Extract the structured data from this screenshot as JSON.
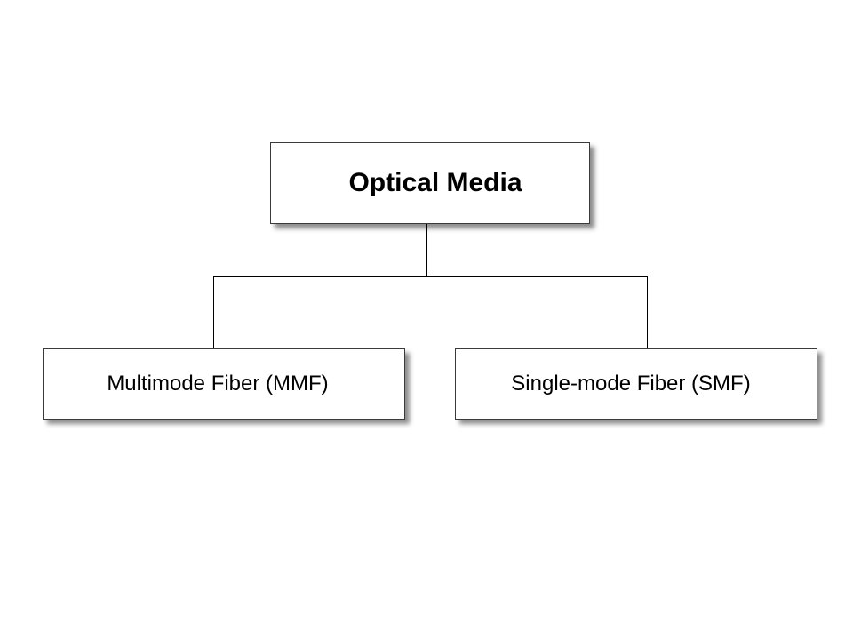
{
  "diagram": {
    "root": {
      "label": "Optical Media"
    },
    "children": [
      {
        "label": "Multimode Fiber (MMF)"
      },
      {
        "label": "Single-mode Fiber (SMF)"
      }
    ]
  }
}
